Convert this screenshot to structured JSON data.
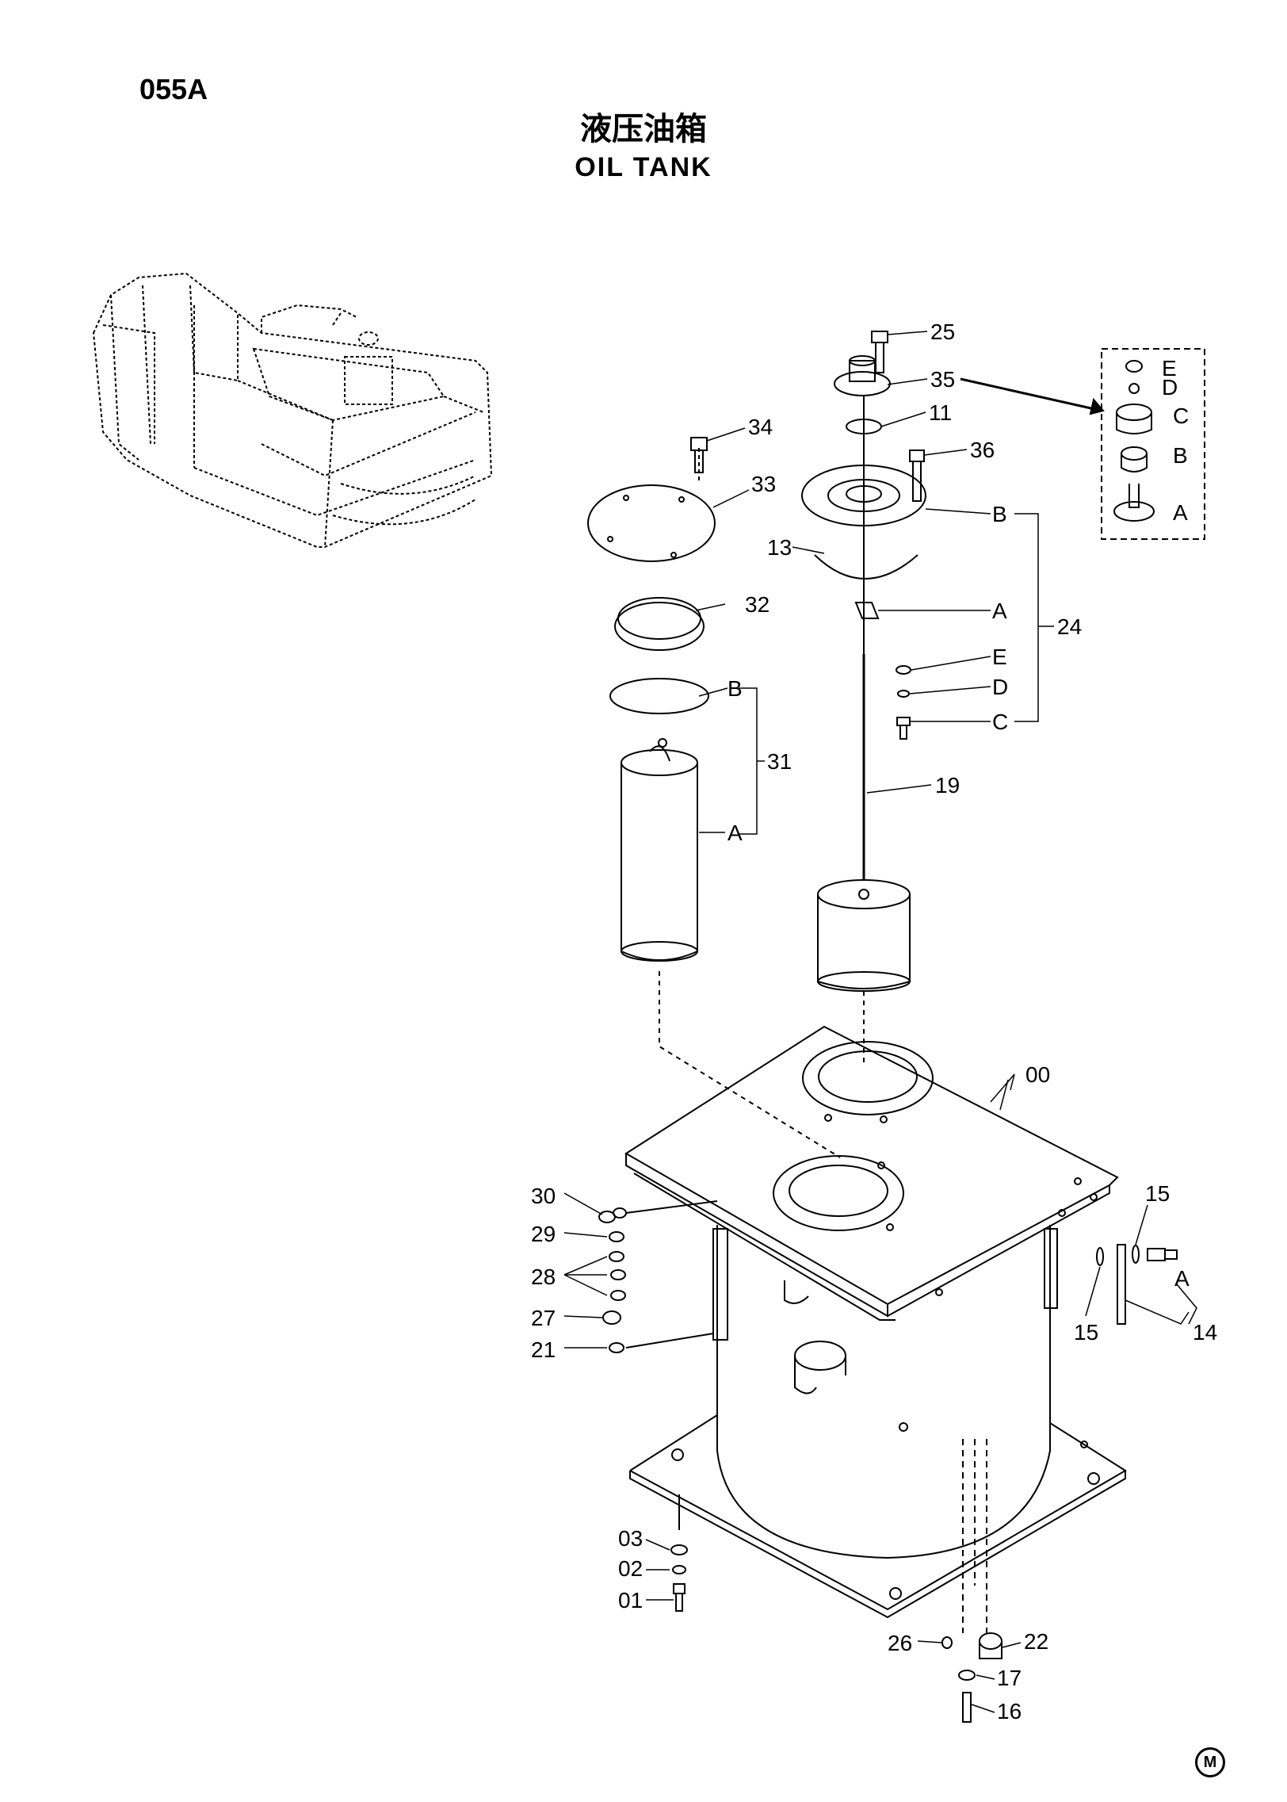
{
  "header": {
    "page_code": "055A",
    "title_cn": "液压油箱",
    "title_en": "OIL TANK"
  },
  "callouts": {
    "c25": "25",
    "c35": "35",
    "c11": "11",
    "c34": "34",
    "c36": "36",
    "c33": "33",
    "cB_top": "B",
    "c13": "13",
    "cA_top": "A",
    "c24": "24",
    "c32": "32",
    "cE": "E",
    "cD": "D",
    "cC": "C",
    "cB_31": "B",
    "c31": "31",
    "c19": "19",
    "cA_31": "A",
    "c00": "00",
    "c30": "30",
    "c29": "29",
    "c28": "28",
    "c27": "27",
    "c21": "21",
    "c15a": "15",
    "c15b": "15",
    "cA_14": "A",
    "c14": "14",
    "c03": "03",
    "c02": "02",
    "c01": "01",
    "c26": "26",
    "c22": "22",
    "c17": "17",
    "c16": "16"
  },
  "detail_box": {
    "e": "E",
    "d": "D",
    "c": "C",
    "b": "B",
    "a": "A"
  },
  "footer": {
    "mark": "M"
  }
}
